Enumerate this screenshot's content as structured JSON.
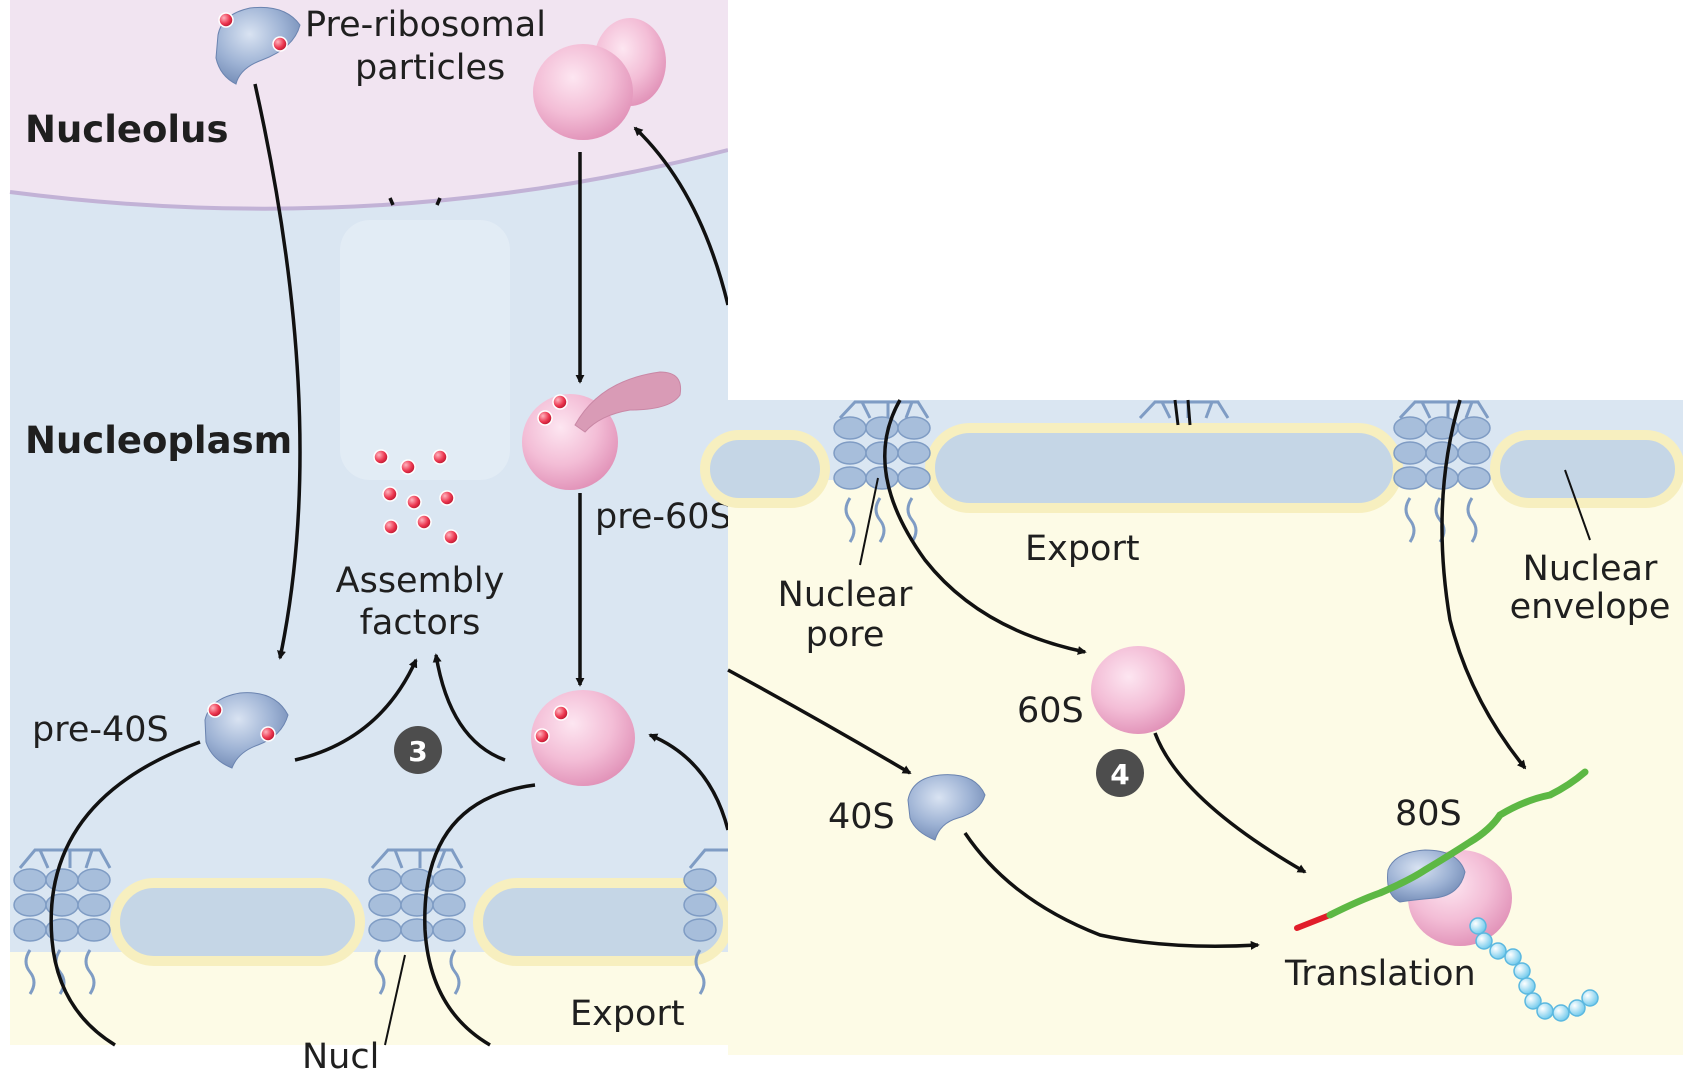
{
  "regions": {
    "nucleolus": "Nucleolus",
    "nucleoplasm": "Nucleoplasm"
  },
  "labels": {
    "pre_ribosomal_line1": "Pre-ribosomal",
    "pre_ribosomal_line2": "particles",
    "pre_60s": "pre-60S",
    "pre_40s": "pre-40S",
    "assembly_line1": "Assembly",
    "assembly_line2": "factors",
    "export_left": "Export",
    "export_right": "Export",
    "nuclear_pore_line1": "Nuclear",
    "nuclear_pore_line2": "pore",
    "nuclear_envelope_line1": "Nuclear",
    "nuclear_envelope_line2": "envelope",
    "subunit_60s": "60S",
    "subunit_40s": "40S",
    "ribosome_80s": "80S",
    "translation": "Translation",
    "cutoff_left": "Nucl"
  },
  "steps": {
    "step3": "3",
    "step4": "4"
  },
  "colors": {
    "nucleolus_bg": "#f1e4f1",
    "nucleoplasm_bg": "#dae6f2",
    "cytoplasm_bg": "#fdfbe6",
    "subunit_40s": "#98aed0",
    "subunit_60s": "#f2bcd5",
    "assembly_factor": "#e8344e",
    "mrna": "#5db844",
    "peptide": "#8fd8f2",
    "step_badge": "#4d4d4d"
  }
}
